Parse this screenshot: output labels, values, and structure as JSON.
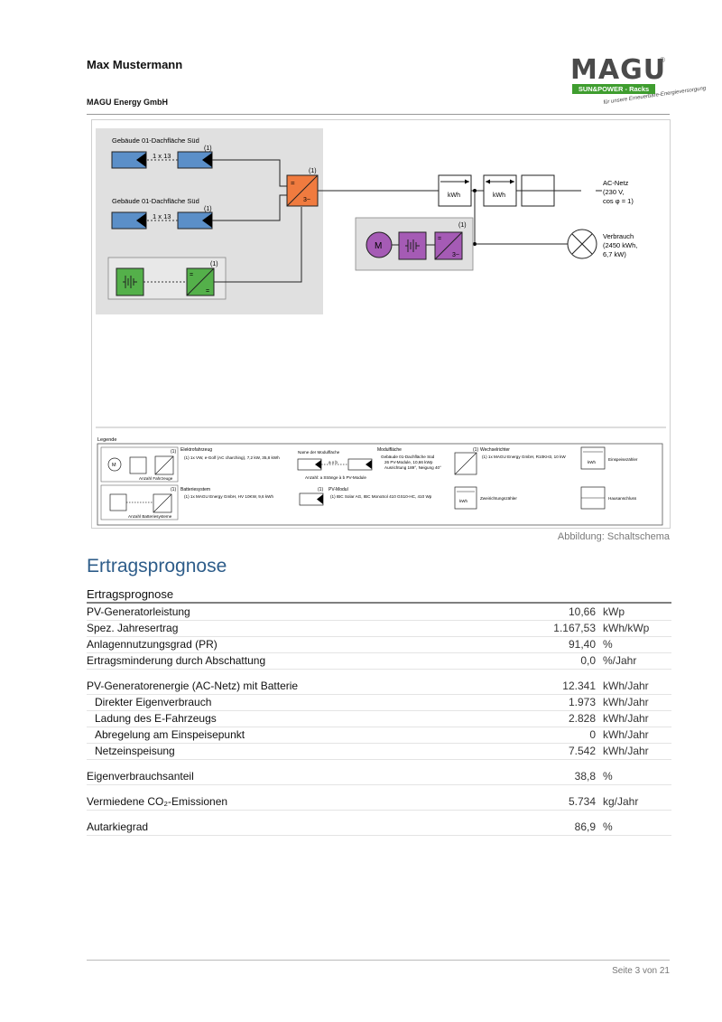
{
  "header": {
    "name": "Max Mustermann",
    "company": "MAGU Energy GmbH",
    "logo_main": "MAGU",
    "logo_reg": "®",
    "logo_sub": "SUN&POWER - Racks",
    "logo_tag": "für unsere Erneuerbare-Energieversorgung"
  },
  "diagram": {
    "roof1": "Gebäude 01-Dachfläche Süd",
    "roof2": "Gebäude 01-Dachfläche Süd",
    "string1": "1 x 13",
    "string2": "1 x 13",
    "count": "(1)",
    "inv_dc": "=",
    "inv_ac": "3~",
    "kwh": "kWh",
    "ac_net_1": "AC-Netz",
    "ac_net_2": "(230 V,",
    "ac_net_3": "cos φ = 1)",
    "consumption_1": "Verbrauch",
    "consumption_2": "(2450 kWh,",
    "consumption_3": "6,7 kW)",
    "motor": "M",
    "legend": {
      "title": "Legende",
      "ev_title": "Elektrofahrzeug",
      "ev_desc": "(1) 1x VW, e-Golf (AC charching), 7,2 kW, 35,8 kWh",
      "ev_count": "Anzahl Fahrzeuge",
      "bat_title": "Batteriesystem",
      "bat_desc": "(1) 1x MAGU Energy GmbH, HV 10KW, 9,6 kWh",
      "bat_count": "Anzahl Batteriesysteme",
      "roofname": "Name der Modulfläche",
      "axb": "a x b",
      "strings": "Anzahl: a Stränge à b PV-Module",
      "mf_title": "Modulfläche",
      "mf_1": "Gebäude 01-Dachfläche Süd",
      "mf_2": "26 PV-Module, 10,66 kWp",
      "mf_3": "Ausrichtung 189°, Neigung 40°",
      "pv_title": "PV-Modul",
      "pv_desc": "(1) IBC Solar AG, IBC MonoSol 410 GS10-HC, 410 Wp",
      "wr_title": "Wechselrichter",
      "wr_desc": "(1) 1x MAGU Energy GmbH, R10KH3, 10 kW",
      "feed_meter": "Einspeisezähler",
      "sub_meter": "Zweirichtungszähler",
      "house": "Hausanschluss",
      "count": "(1)",
      "kwh": "kWh",
      "motor": "M"
    }
  },
  "caption": "Abbildung: Schaltschema",
  "section_title": "Ertragsprognose",
  "table": {
    "title": "Ertragsprognose",
    "rows": [
      {
        "label": "PV-Generatorleistung",
        "value": "10,66",
        "unit": "kWp"
      },
      {
        "label": "Spez. Jahresertrag",
        "value": "1.167,53",
        "unit": "kWh/kWp"
      },
      {
        "label": "Anlagennutzungsgrad (PR)",
        "value": "91,40",
        "unit": "%"
      },
      {
        "label": "Ertragsminderung durch Abschattung",
        "value": "0,0",
        "unit": "%/Jahr"
      },
      {
        "label": "PV-Generatorenergie (AC-Netz) mit Batterie",
        "value": "12.341",
        "unit": "kWh/Jahr"
      },
      {
        "label": "Direkter Eigenverbrauch",
        "value": "1.973",
        "unit": "kWh/Jahr"
      },
      {
        "label": "Ladung des E-Fahrzeugs",
        "value": "2.828",
        "unit": "kWh/Jahr"
      },
      {
        "label": "Abregelung am Einspeisepunkt",
        "value": "0",
        "unit": "kWh/Jahr"
      },
      {
        "label": "Netzeinspeisung",
        "value": "7.542",
        "unit": "kWh/Jahr"
      },
      {
        "label": "Eigenverbrauchsanteil",
        "value": "38,8",
        "unit": "%"
      },
      {
        "label": "Vermiedene CO₂-Emissionen",
        "value": "5.734",
        "unit": "kg/Jahr"
      },
      {
        "label": "Autarkiegrad",
        "value": "86,9",
        "unit": "%"
      }
    ]
  },
  "footer": "Seite 3 von 21",
  "colors": {
    "pv_module": "#5b8fc8",
    "inverter": "#f07b3f",
    "battery": "#54b04a",
    "ev": "#a55bb5",
    "heading": "#2e5d8a",
    "group_bg": "#e0e0e0"
  }
}
